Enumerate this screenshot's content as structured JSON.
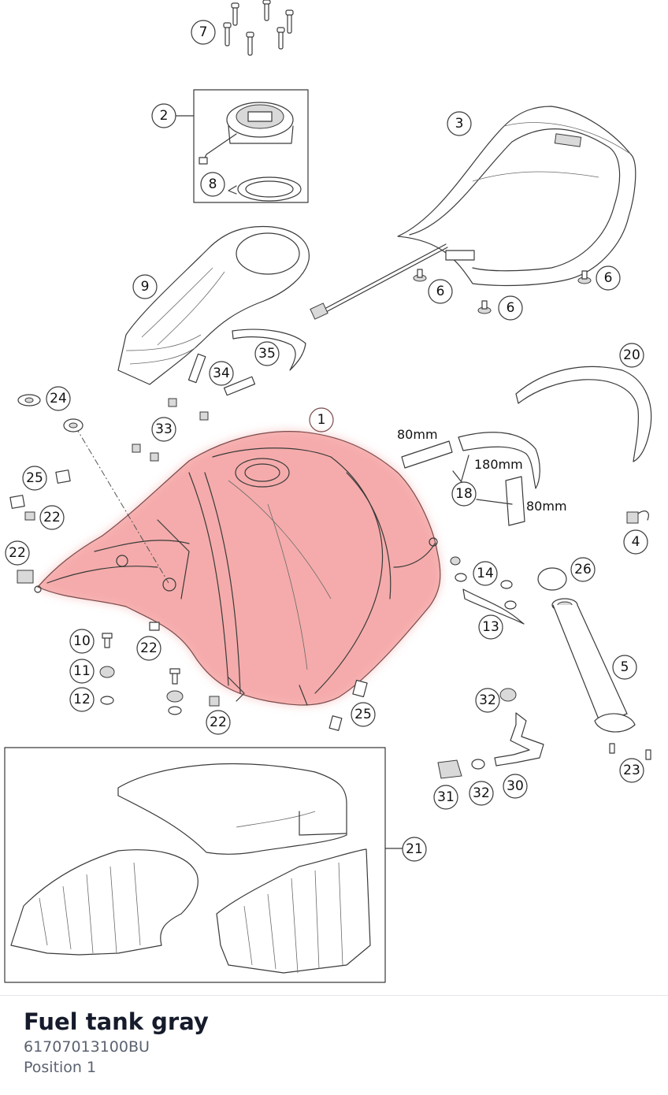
{
  "part": {
    "name": "Fuel tank gray",
    "number": "61707013100BU",
    "position": "Position 1"
  },
  "callouts": [
    "1",
    "2",
    "3",
    "4",
    "5",
    "6",
    "6",
    "6",
    "7",
    "8",
    "9",
    "10",
    "11",
    "12",
    "13",
    "14",
    "18",
    "20",
    "21",
    "22",
    "22",
    "22",
    "22",
    "23",
    "24",
    "25",
    "25",
    "26",
    "30",
    "31",
    "32",
    "32",
    "33",
    "34",
    "35"
  ],
  "dimensions": [
    "80mm",
    "180mm",
    "80mm"
  ],
  "colors": {
    "highlight": "#f08080",
    "line": "#3a3a3a",
    "title": "#151b2b",
    "subtitle": "#5b6270"
  }
}
